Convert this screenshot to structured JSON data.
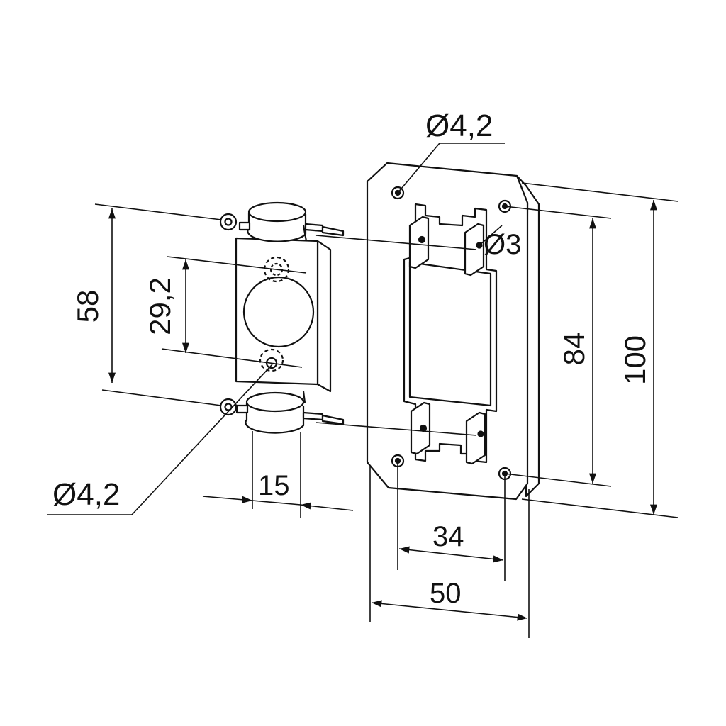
{
  "colors": {
    "line": "#111111",
    "background": "#ffffff",
    "fill": "#ffffff"
  },
  "dimensions": {
    "hole_dia_top": "Ø4,2",
    "hole_dia_small": "Ø3",
    "hole_dia_left": "Ø4,2",
    "dim_58": "58",
    "dim_29_2": "29,2",
    "dim_15": "15",
    "dim_84": "84",
    "dim_100": "100",
    "dim_34": "34",
    "dim_50": "50"
  }
}
